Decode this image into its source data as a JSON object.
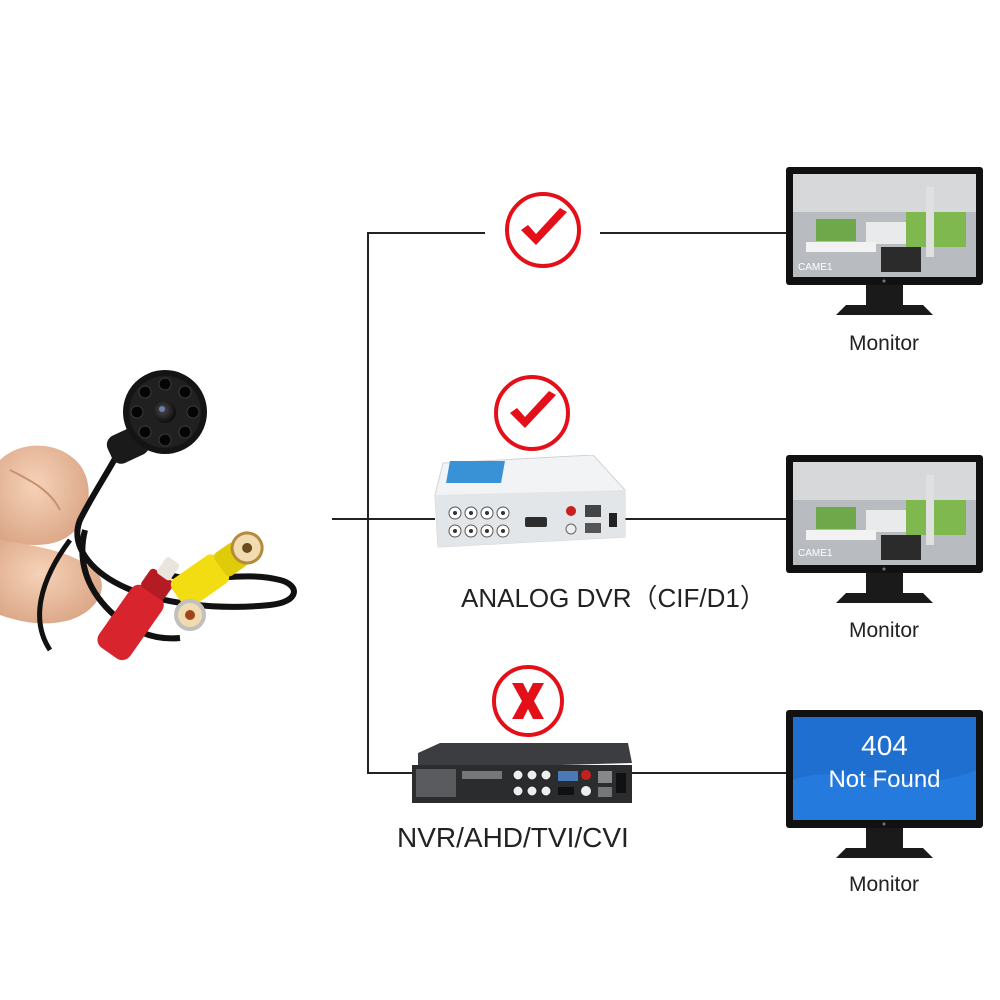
{
  "diagram": {
    "colors": {
      "check_red": "#e3101a",
      "line": "#222222",
      "error_screen": "#1f6fd1",
      "dvr_white": "#f1f3f4",
      "nvr_dark": "#2b2c2e"
    },
    "branches": [
      {
        "status_icon": "check-icon",
        "device_label": "",
        "monitor": {
          "label": "Monitor",
          "overlay": "CAME1"
        }
      },
      {
        "status_icon": "check-icon",
        "device_label": "ANALOG DVR（CIF/D1）",
        "monitor": {
          "label": "Monitor",
          "overlay": "CAME1"
        }
      },
      {
        "status_icon": "x-icon",
        "device_label": "NVR/AHD/TVI/CVI",
        "monitor": {
          "label": "Monitor",
          "error_line1": "404",
          "error_line2": "Not Found"
        }
      }
    ]
  }
}
